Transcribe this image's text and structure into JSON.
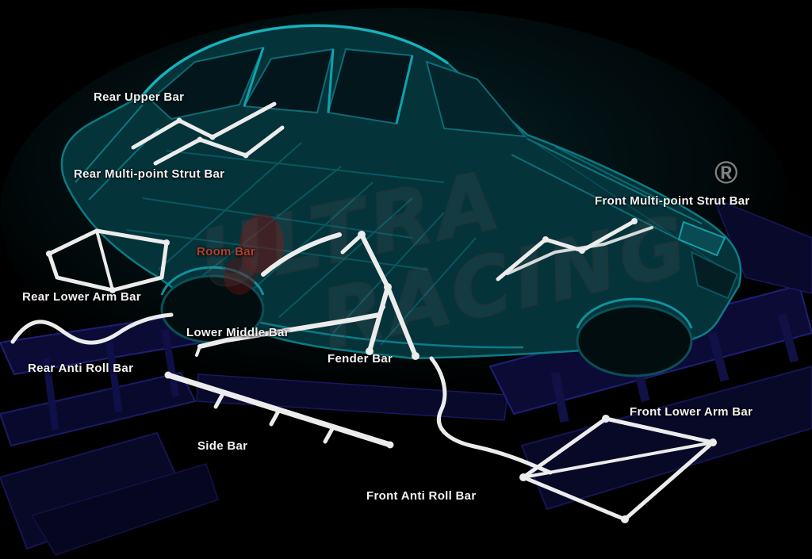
{
  "labels": [
    {
      "id": "rear-upper-bar",
      "text": "Rear Upper Bar"
    },
    {
      "id": "rear-multi-point-strut-bar",
      "text": "Rear Multi-point Strut Bar"
    },
    {
      "id": "room-bar",
      "text": "Room Bar"
    },
    {
      "id": "rear-lower-arm-bar",
      "text": "Rear Lower Arm Bar"
    },
    {
      "id": "lower-middle-bar",
      "text": "Lower Middle Bar"
    },
    {
      "id": "rear-anti-roll-bar",
      "text": "Rear Anti Roll Bar"
    },
    {
      "id": "fender-bar",
      "text": "Fender Bar"
    },
    {
      "id": "side-bar",
      "text": "Side Bar"
    },
    {
      "id": "front-anti-roll-bar",
      "text": "Front Anti Roll Bar"
    },
    {
      "id": "front-lower-arm-bar",
      "text": "Front Lower Arm Bar"
    },
    {
      "id": "front-multi-point-strut-bar",
      "text": "Front Multi-point Strut Bar"
    }
  ],
  "watermark": {
    "line1": "ULTRA",
    "line2": "RACING",
    "registered": "®"
  },
  "colors": {
    "background": "#000000",
    "label_text": "#f2f2f2",
    "room_bar_label": "#b0402f",
    "car_teal_stroke": "#0e8a94",
    "car_teal_fill": "#05333a",
    "chassis_blue": "#0d0d3c",
    "bar_white": "#ececec",
    "watermark_gray": "#777777"
  }
}
